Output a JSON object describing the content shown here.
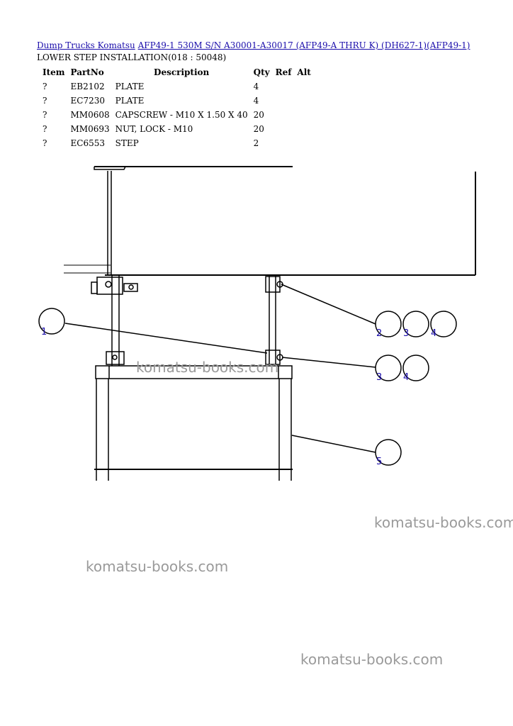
{
  "breadcrumb": {
    "link1": "Dump Trucks Komatsu",
    "link2": "AFP49-1 530M S/N A30001-A30017 (AFP49-A THRU K) (DH627-1)(AFP49-1)"
  },
  "subtitle": "LOWER STEP INSTALLATION(018 : 50048)",
  "table": {
    "headers": [
      "Item",
      "PartNo",
      "Description",
      "Qty",
      "Ref",
      "Alt"
    ],
    "rows": [
      {
        "item": "?",
        "part_no": "EB2102",
        "description": "PLATE",
        "qty": "4"
      },
      {
        "item": "?",
        "part_no": "EC7230",
        "description": "PLATE",
        "qty": "4"
      },
      {
        "item": "?",
        "part_no": "MM0608",
        "description": "CAPSCREW - M10 X 1.50 X 40",
        "qty": "20"
      },
      {
        "item": "?",
        "part_no": "MM0693",
        "description": "NUT, LOCK - M10",
        "qty": "20"
      },
      {
        "item": "?",
        "part_no": "EC6553",
        "description": "STEP",
        "qty": "2"
      }
    ]
  },
  "callouts": [
    "1",
    "2",
    "3",
    "4",
    "3",
    "4",
    "5"
  ],
  "watermarks": [
    "komatsu-books.com",
    "komatsu-books.com",
    "komatsu-books.com",
    "komatsu-books.com"
  ]
}
